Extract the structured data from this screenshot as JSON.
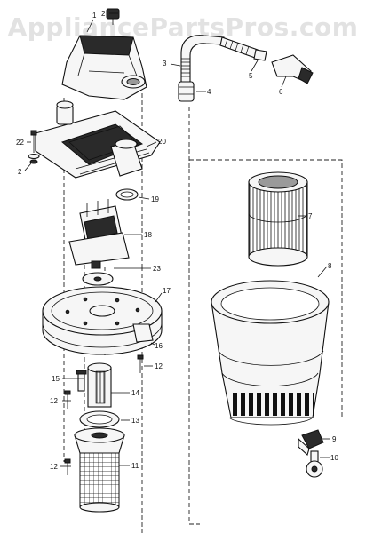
{
  "watermark": "AppliancePartsPros.com",
  "callouts": {
    "c1": "1",
    "c2a": "2",
    "c2b": "2",
    "c3": "3",
    "c4": "4",
    "c5": "5",
    "c6": "6",
    "c7": "7",
    "c8": "8",
    "c9": "9",
    "c10": "10",
    "c11": "11",
    "c12a": "12",
    "c12b": "12",
    "c12c": "12",
    "c13": "13",
    "c14": "14",
    "c15": "15",
    "c16": "16",
    "c17": "17",
    "c18": "18",
    "c19": "19",
    "c20": "20",
    "c22": "22",
    "c23": "23"
  },
  "colors": {
    "ink": "#111111",
    "watermark": "#e2e2e2",
    "background": "#ffffff"
  }
}
